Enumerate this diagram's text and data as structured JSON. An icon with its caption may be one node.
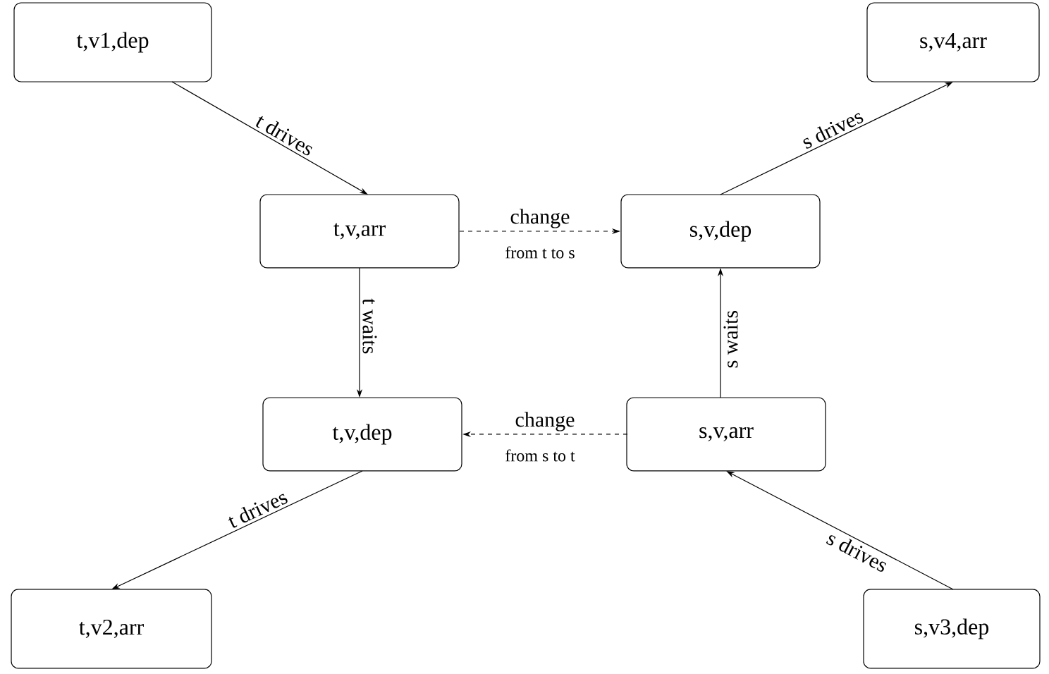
{
  "diagram": {
    "nodes": [
      {
        "text": [
          "t,v1,dep"
        ]
      },
      {
        "text": [
          "s,v4,arr"
        ]
      },
      {
        "text": [
          "t,v,arr"
        ]
      },
      {
        "text": [
          "s,v,dep"
        ]
      },
      {
        "text": [
          "t,v,dep"
        ]
      },
      {
        "text": [
          "s,v,arr"
        ]
      },
      {
        "text": [
          "t,v2,arr"
        ]
      },
      {
        "text": [
          "s,v3,dep"
        ]
      }
    ],
    "edges": [
      {
        "from": 0,
        "to": 2,
        "arrow": "to",
        "label": "t drives"
      },
      {
        "from": 3,
        "to": 1,
        "arrow": "to",
        "label": "s drives"
      },
      {
        "from": 2,
        "to": 3,
        "arrow": "to",
        "label": "change",
        "style": "dashed"
      },
      {
        "from": 2,
        "to": 4,
        "arrow": "to",
        "label": "t waits"
      },
      {
        "from": 5,
        "to": 3,
        "arrow": "to",
        "label": "s waits"
      },
      {
        "from": 5,
        "to": 4,
        "arrow": "to",
        "label": "change",
        "style": "dashed"
      },
      {
        "from": 4,
        "to": 6,
        "arrow": "to",
        "label": "t drives"
      },
      {
        "from": 7,
        "to": 5,
        "arrow": "to",
        "label": "s drives"
      }
    ],
    "labels": [
      "from t to s",
      "from s to t"
    ]
  }
}
